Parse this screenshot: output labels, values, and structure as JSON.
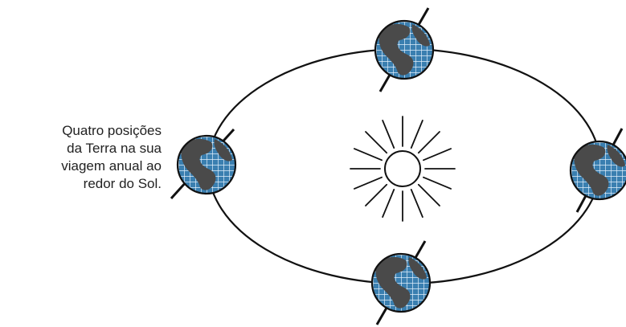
{
  "caption": {
    "lines": [
      "Quatro posições",
      "da Terra na sua",
      "viagem anual ao",
      "redor do Sol."
    ]
  },
  "colors": {
    "ink": "#111111",
    "ocean": "#2a6f97",
    "land": "#555555",
    "background": "#ffffff"
  },
  "icons": {
    "sun": "sun-icon",
    "earth": "globe-icon"
  }
}
